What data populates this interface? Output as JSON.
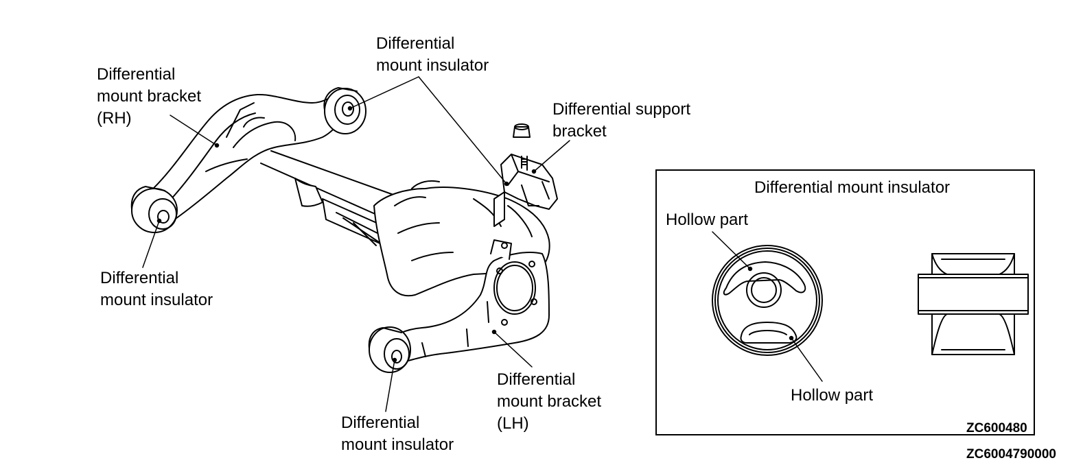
{
  "diagram": {
    "labels": {
      "insulator_top": "Differential\nmount insulator",
      "bracket_rh": "Differential\nmount bracket\n(RH)",
      "support_bracket": "Differential support\nbracket",
      "insulator_left": "Differential\nmount insulator",
      "bracket_lh": "Differential\nmount bracket\n(LH)",
      "insulator_bottom": "Differential\nmount insulator"
    },
    "inset": {
      "title": "Differential mount insulator",
      "hollow_top": "Hollow part",
      "hollow_bottom": "Hollow part",
      "code": "ZC600480"
    },
    "figure_code": "ZC6004790000"
  }
}
